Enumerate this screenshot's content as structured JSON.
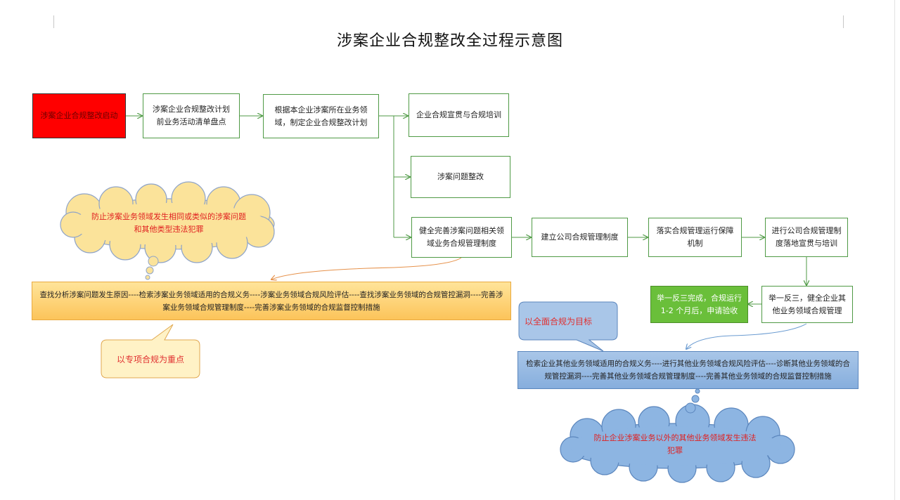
{
  "title": "涉案企业合规整改全过程示意图",
  "boxes": {
    "start": "涉案企业合规整改启动",
    "inventory": "涉案企业合规整改计划前业务活动清单盘点",
    "plan": "根据本企业涉案所在业务领域，制定企业合规整改计划",
    "publicize": "企业合规宣贯与合规培训",
    "rectify": "涉案问题整改",
    "improve_system": "健全完善涉案问题相关领域业务合规管理制度",
    "company_system": "建立公司合规管理制度",
    "guarantee": "落实合规管理运行保障机制",
    "implement": "进行公司合规管理制度落地宣贯与培训",
    "extend": "举一反三，健全企业其他业务领域合规管理",
    "complete": "举一反三完成，合规运行 1-2 个月后，申请验收"
  },
  "bands": {
    "special": "查找分析涉案问题发生原因----检索涉案业务领域适用的合规义务----涉案业务领域合规风险评估----查找涉案业务领域的合规管控漏洞----完善涉案业务领域合规管理制度----完善涉案业务领域的合规监督控制措施",
    "general": "检索企业其他业务领域适用的合规义务----进行其他业务领域合规风险评估----诊断其他业务领域的合规管控漏洞----完善其他业务领域合规管理制度----完善其他业务领域的合规监督控制措施"
  },
  "callouts": {
    "special_focus": "以专项合规为重点",
    "full_goal": "以全面合规为目标"
  },
  "clouds": {
    "prevent_similar": "防止涉案业务领域发生相同或类似的涉案问题和其他类型违法犯罪",
    "prevent_other": "防止企业涉案业务以外的其他业务领域发生违法犯罪"
  }
}
